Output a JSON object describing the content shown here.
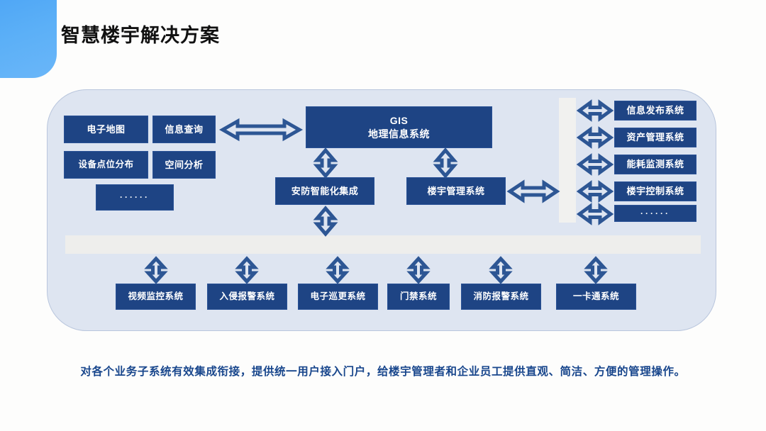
{
  "page": {
    "title": "智慧楼宇解决方案",
    "caption": "对各个业务子系统有效集成衔接，提供统一用户接入门户，给楼宇管理者和企业员工提供直观、简洁、方便的管理操作。",
    "accent_color": "#4aa3f5",
    "box_color": "#1e4484",
    "panel_bg": "#dee5f1",
    "caption_color": "#18468c"
  },
  "diagram": {
    "left_column": [
      {
        "label": "电子地图"
      },
      {
        "label": "信息查询"
      },
      {
        "label": "设备点位分布"
      },
      {
        "label": "空间分析"
      },
      {
        "label": "······"
      }
    ],
    "core": {
      "gis_line1": "GIS",
      "gis_line2": "地理信息系统",
      "security": "安防智能化集成",
      "building": "楼宇管理系统"
    },
    "right_column": [
      {
        "label": "信息发布系统"
      },
      {
        "label": "资产管理系统"
      },
      {
        "label": "能耗监测系统"
      },
      {
        "label": "楼宇控制系统"
      },
      {
        "label": "······"
      }
    ],
    "bottom_row": [
      {
        "label": "视频监控系统"
      },
      {
        "label": "入侵报警系统"
      },
      {
        "label": "电子巡更系统"
      },
      {
        "label": "门禁系统"
      },
      {
        "label": "消防报警系统"
      },
      {
        "label": "一卡通系统"
      }
    ]
  }
}
